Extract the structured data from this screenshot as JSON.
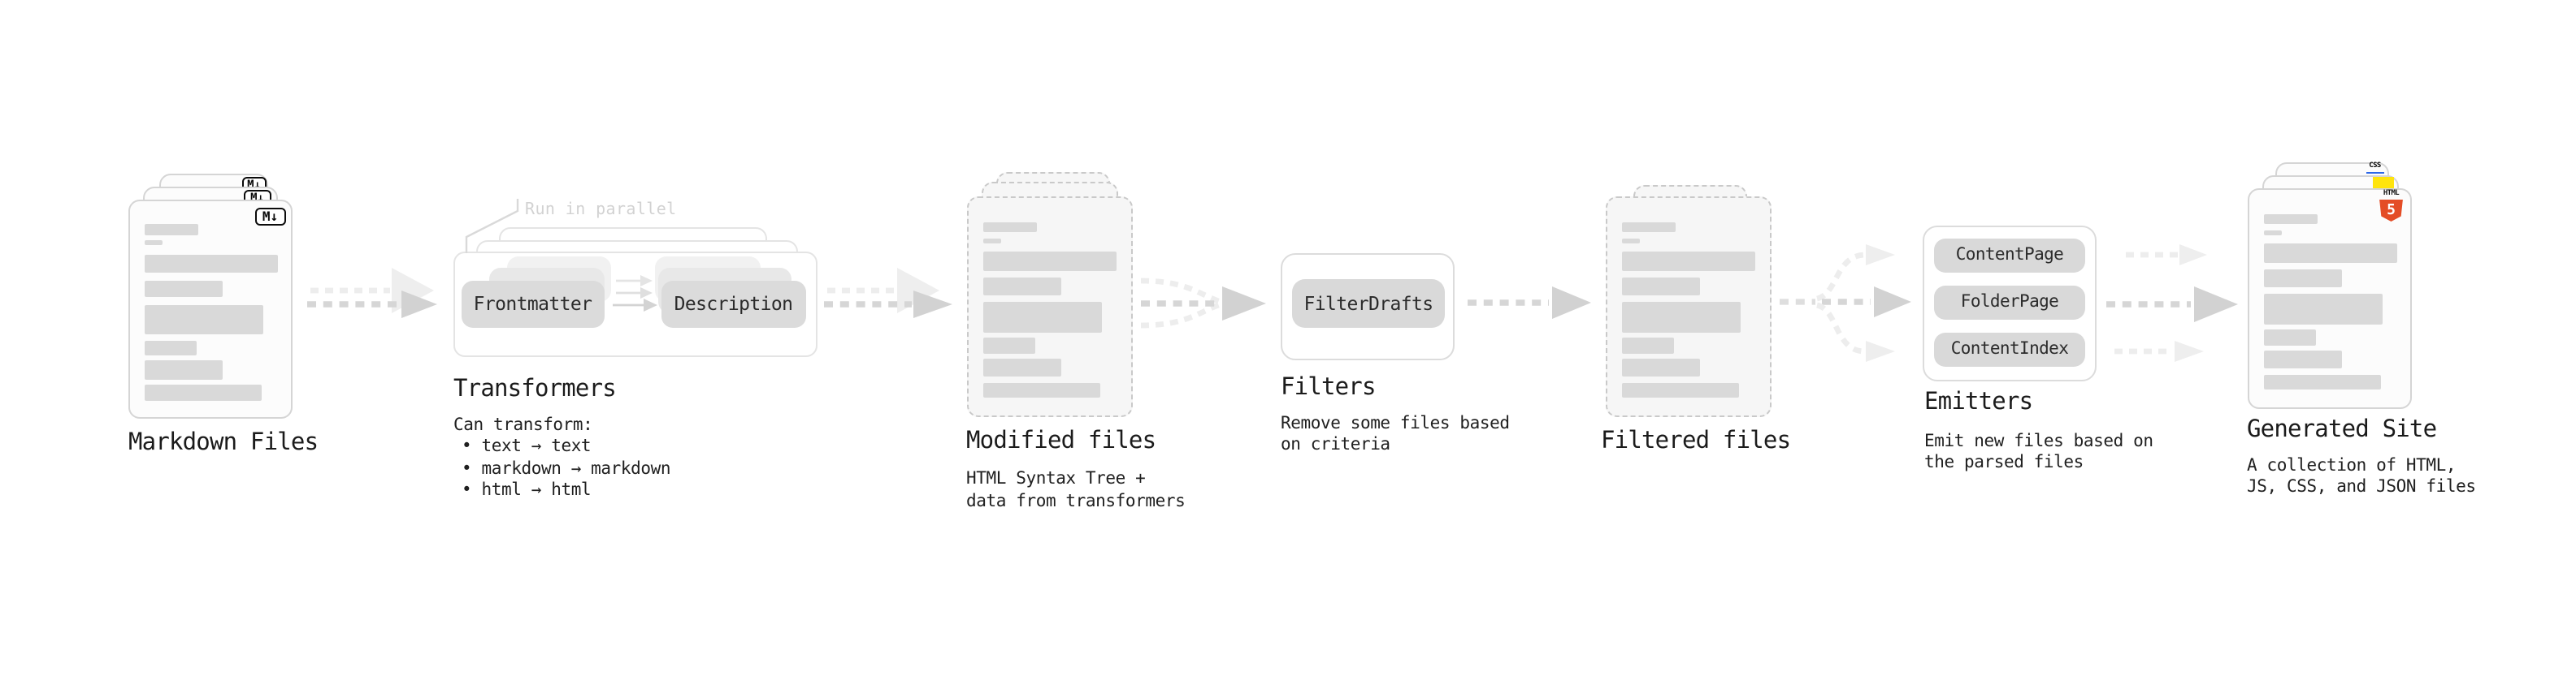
{
  "stages": {
    "markdown": {
      "label": "Markdown Files",
      "file_badge": "M↓"
    },
    "transformers": {
      "label": "Transformers",
      "annotation": "Run in parallel",
      "input_pill": "Frontmatter",
      "output_pill": "Description",
      "subtitle": "Can transform:",
      "bullets": [
        "text → text",
        "markdown → markdown",
        "html → html"
      ]
    },
    "modified": {
      "label": "Modified files",
      "subtitle_lines": [
        "HTML Syntax Tree +",
        "data from transformers"
      ]
    },
    "filters": {
      "label": "Filters",
      "pill": "FilterDrafts",
      "subtitle_lines": [
        "Remove some files based",
        "on criteria"
      ]
    },
    "filtered": {
      "label": "Filtered files"
    },
    "emitters": {
      "label": "Emitters",
      "pills": [
        "ContentPage",
        "FolderPage",
        "ContentIndex"
      ],
      "subtitle_lines": [
        "Emit new files based on",
        "the parsed files"
      ]
    },
    "generated": {
      "label": "Generated Site",
      "subtitle_lines": [
        "A collection of HTML,",
        "JS, CSS, and JSON files"
      ],
      "css_badge": "CSS",
      "html5_badge_top": "HTML",
      "html5_badge_number": "5"
    }
  },
  "colors": {
    "html5_orange": "#e44d26",
    "js_yellow": "#ffe40d",
    "css_blue": "#2c67e8",
    "placeholder_bar_gray": "#d9d9d9",
    "arrow_dark_gray": "#d2d2d2",
    "arrow_light_gray": "#ededed"
  }
}
